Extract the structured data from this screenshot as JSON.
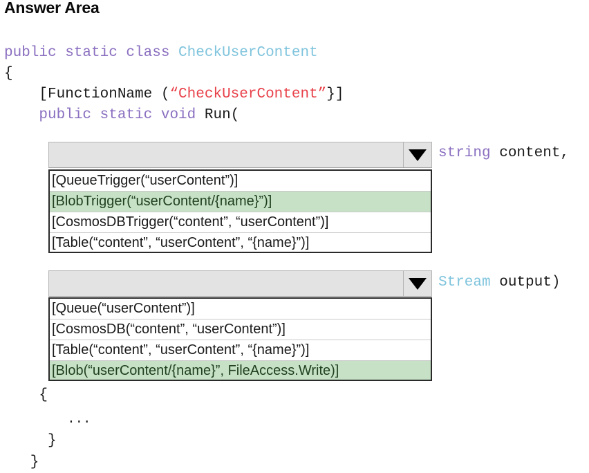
{
  "heading": {
    "title": "Answer Area"
  },
  "code": {
    "line1": {
      "kw1": "public static class ",
      "type1": "CheckUserContent"
    },
    "line2": {
      "text": "{"
    },
    "line3": {
      "pre": "    [FunctionName (",
      "str": "“CheckUserContent”",
      "post": "}]"
    },
    "line4": {
      "kw": "    public static ",
      "kw2": "void ",
      "plain": "Run("
    },
    "line5": {
      "text": "    {"
    },
    "line6": {
      "text": "        ..."
    },
    "line7": {
      "text": "     }"
    },
    "line8": {
      "text": "   }"
    }
  },
  "dropdown1": {
    "name": "trigger-binding-dropdown",
    "value": "",
    "arrow_icon": "chevron-down-icon",
    "options": [
      {
        "label": "[QueueTrigger(“userContent”)]",
        "selected": false
      },
      {
        "label": "[BlobTrigger(“userContent/{name}”)]",
        "selected": true
      },
      {
        "label": "[CosmosDBTrigger(“content”, “userContent”)]",
        "selected": false
      },
      {
        "label": "[Table(“content”, “userContent”, “{name}”)]",
        "selected": false
      }
    ],
    "annotation": {
      "type": "string",
      "rest": " content,"
    }
  },
  "dropdown2": {
    "name": "output-binding-dropdown",
    "value": "",
    "arrow_icon": "chevron-down-icon",
    "options": [
      {
        "label": "[Queue(“userContent”)]",
        "selected": false
      },
      {
        "label": "[CosmosDB(“content”, “userContent”)]",
        "selected": false
      },
      {
        "label": "[Table(“content”, “userContent”, “{name}”)]",
        "selected": false
      },
      {
        "label": "[Blob(“userContent/{name}”, FileAccess.Write)]",
        "selected": true
      }
    ],
    "annotation": {
      "type": "Stream",
      "rest": " output)"
    }
  },
  "colors": {
    "keyword": "#8a6fc0",
    "type": "#7fc4dd",
    "string": "#e8414a",
    "selected_row": "#c6e1c6",
    "combo_face": "#e3e3e3"
  }
}
